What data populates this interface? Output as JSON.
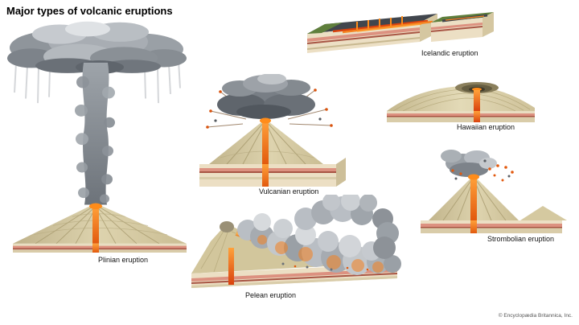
{
  "page": {
    "title": "Major types of volcanic eruptions",
    "copyright": "© Encyclopædia Britannica, Inc."
  },
  "eruptions": [
    {
      "id": "plinian",
      "label": "Plinian eruption"
    },
    {
      "id": "vulcanian",
      "label": "Vulcanian eruption"
    },
    {
      "id": "icelandic",
      "label": "Icelandic eruption"
    },
    {
      "id": "hawaiian",
      "label": "Hawaiian eruption"
    },
    {
      "id": "strombolian",
      "label": "Strombolian eruption"
    },
    {
      "id": "pelean",
      "label": "Pelean eruption"
    }
  ],
  "colors": {
    "lava_orange": "#f58220",
    "lava_bright": "#ffa13a",
    "magma_red": "#d9420e",
    "ash_dark": "#5f656c",
    "ash_mid": "#9aa0a6",
    "ash_light": "#d7dadd",
    "rock_tan": "#d6cba2",
    "rock_cream": "#ecdfc4",
    "strata_pink": "#dc9180",
    "strata_red": "#a85544",
    "basalt_dark": "#41464d",
    "vegetation_green": "#5f7f3c",
    "background": "#ffffff"
  }
}
